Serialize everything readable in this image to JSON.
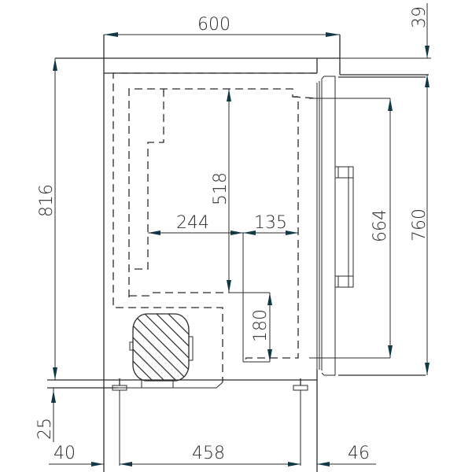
{
  "drawing": {
    "title": "Refrigerated counter side section",
    "units": "mm",
    "stroke_color": "#2b2b2b",
    "arrow_color": "#123846",
    "dimensions": {
      "overall_width": "600",
      "top_offset": "39",
      "overall_height": "816",
      "door_height": "760",
      "internal_door_height": "664",
      "internal_height": "518",
      "shelf_depth": "244",
      "shelf_offset": "135",
      "lower_step_height": "180",
      "leg_height": "25",
      "left_leg_offset": "40",
      "leg_spacing": "458",
      "right_leg_offset": "46"
    },
    "components": [
      "cabinet-body",
      "door",
      "door-handle",
      "compressor",
      "legs",
      "internal-compartment"
    ]
  }
}
